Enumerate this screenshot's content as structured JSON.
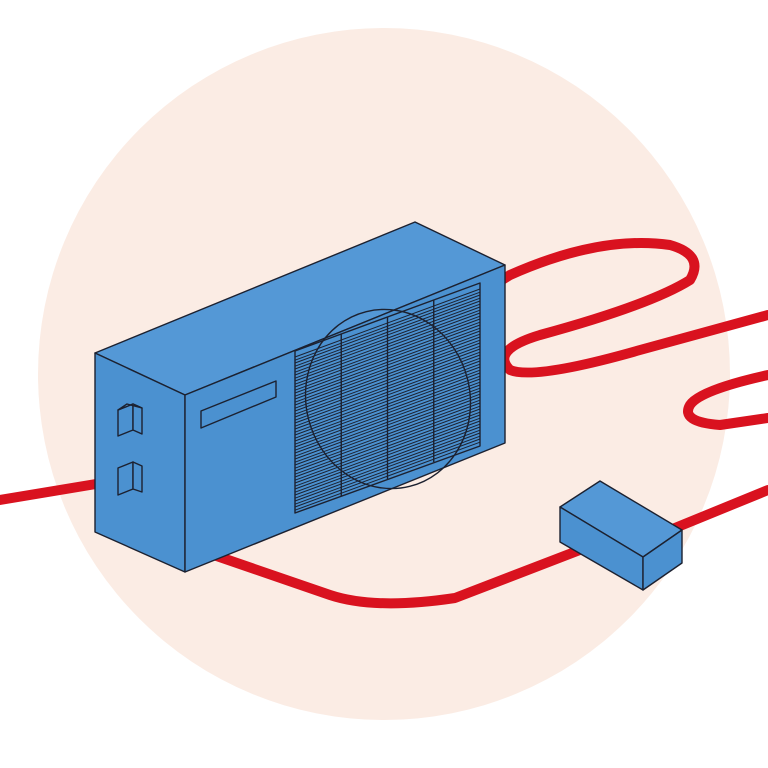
{
  "colors": {
    "background": "#ffffff",
    "circle": "#fbece4",
    "pipe": "#d9121f",
    "unit_front": "#4b91d0",
    "unit_side": "#4b91d0",
    "unit_top": "#5498d6",
    "outline": "#1c2130"
  },
  "scene": {
    "outdoor_unit": {
      "controls": [
        "button-upper",
        "button-lower"
      ],
      "grille_columns": 4,
      "grille_slats": 27
    },
    "junction_box": {}
  }
}
